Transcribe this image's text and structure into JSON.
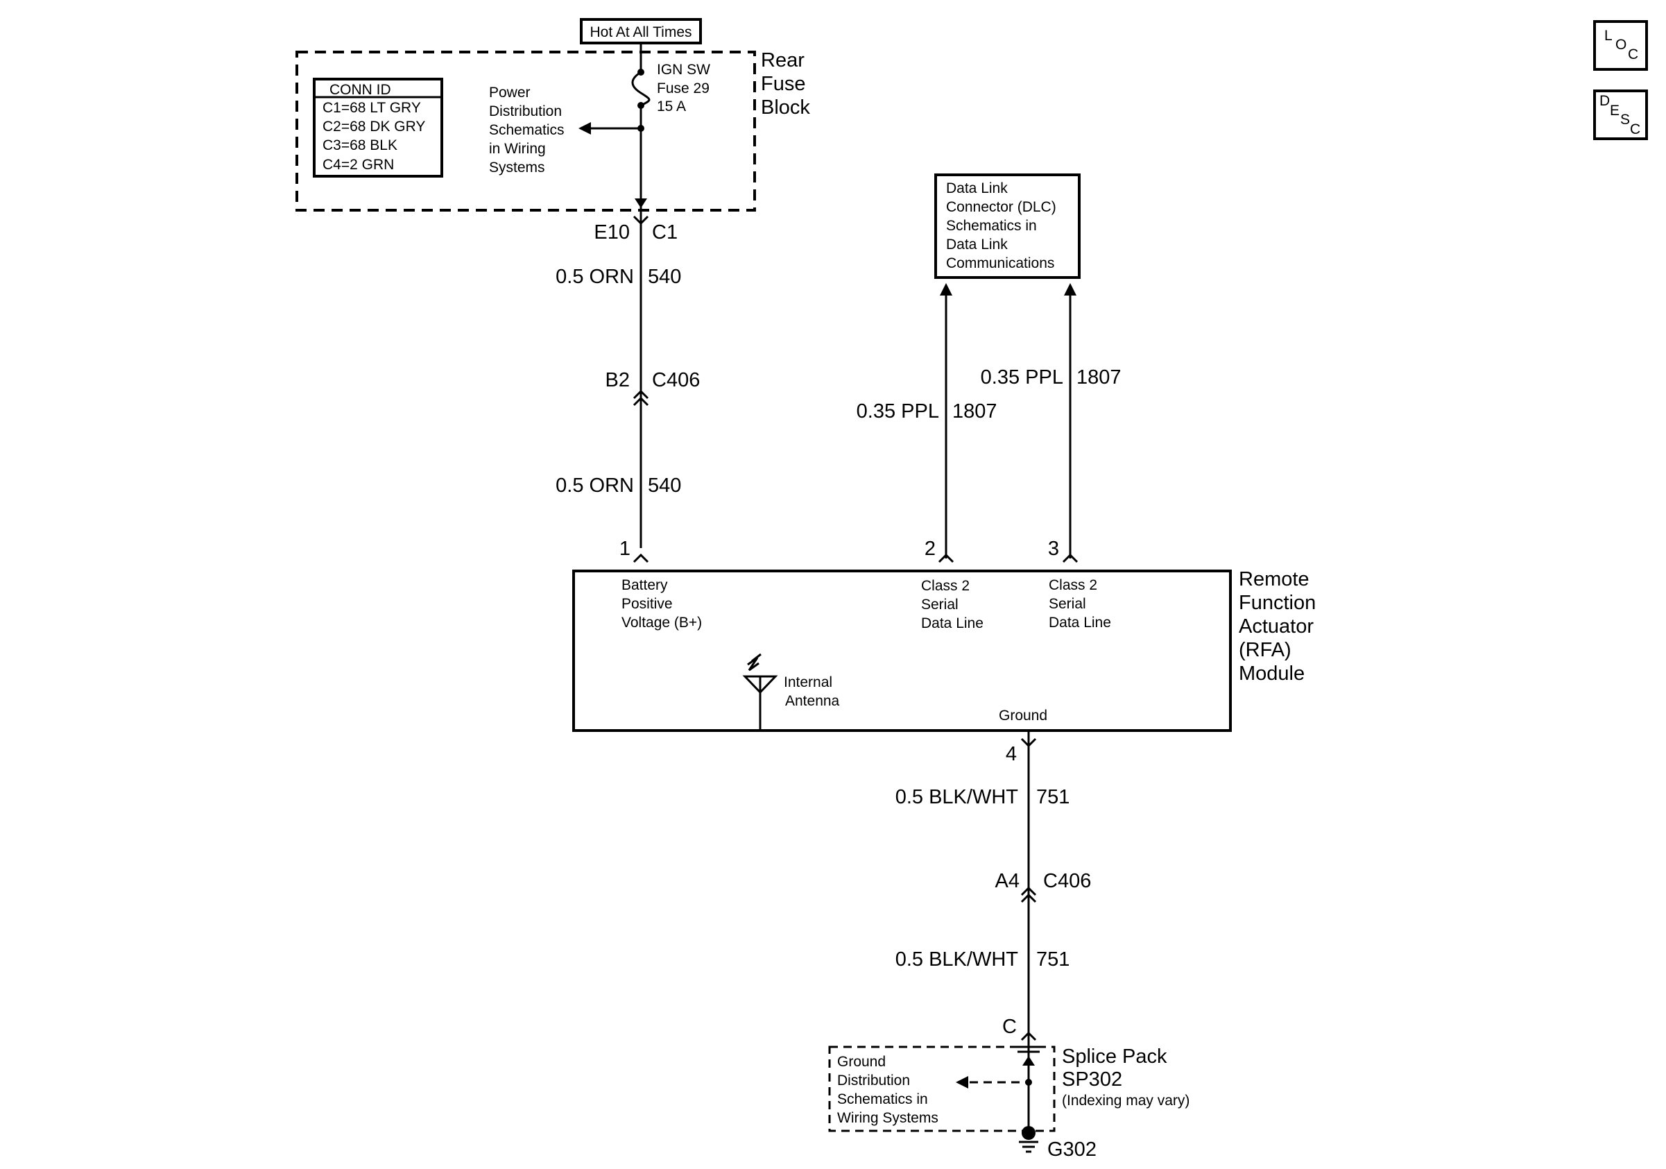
{
  "hot_label": "Hot At All Times",
  "rear_fuse_block": [
    "Rear",
    "Fuse",
    "Block"
  ],
  "conn_id": {
    "title": "CONN ID",
    "rows": [
      "C1=68 LT GRY",
      "C2=68 DK GRY",
      "C3=68 BLK",
      "C4=2 GRN"
    ]
  },
  "power_dist": [
    "Power",
    "Distribution",
    "Schematics",
    "in Wiring",
    "Systems"
  ],
  "fuse": [
    "IGN SW",
    "Fuse 29",
    "15 A"
  ],
  "conn_e10": "E10",
  "conn_c1": "C1",
  "wire1_top": {
    "gauge": "0.5 ORN",
    "circuit": "540"
  },
  "conn_b2": "B2",
  "conn_c406_a": "C406",
  "wire1_bottom": {
    "gauge": "0.5 ORN",
    "circuit": "540"
  },
  "dlc_box": [
    "Data Link",
    "Connector (DLC)",
    "Schematics in",
    "Data Link",
    "Communications"
  ],
  "wire2": {
    "gauge": "0.35 PPL",
    "circuit": "1807"
  },
  "wire3": {
    "gauge": "0.35 PPL",
    "circuit": "1807"
  },
  "pin1": "1",
  "pin2": "2",
  "pin3": "3",
  "pin4": "4",
  "rfa_title": [
    "Remote",
    "Function",
    "Actuator",
    "(RFA)",
    "Module"
  ],
  "battery_label": [
    "Battery",
    "Positive",
    "Voltage (B+)"
  ],
  "class2_a": [
    "Class 2",
    "Serial",
    "Data Line"
  ],
  "class2_b": [
    "Class 2",
    "Serial",
    "Data Line"
  ],
  "antenna_label": [
    "Internal",
    "Antenna"
  ],
  "ground_label": "Ground",
  "wire4_top": {
    "gauge": "0.5 BLK/WHT",
    "circuit": "751"
  },
  "conn_a4": "A4",
  "conn_c406_b": "C406",
  "wire4_bottom": {
    "gauge": "0.5 BLK/WHT",
    "circuit": "751"
  },
  "conn_c": "C",
  "splice_pack": [
    "Splice Pack",
    "SP302",
    "(Indexing may vary)"
  ],
  "ground_dist": [
    "Ground",
    "Distribution",
    "Schematics in",
    "Wiring Systems"
  ],
  "g302": "G302",
  "loc_icon": {
    "letters": [
      "L",
      "O",
      "C"
    ]
  },
  "desc_icon": {
    "letters": [
      "D",
      "E",
      "S",
      "C"
    ]
  }
}
